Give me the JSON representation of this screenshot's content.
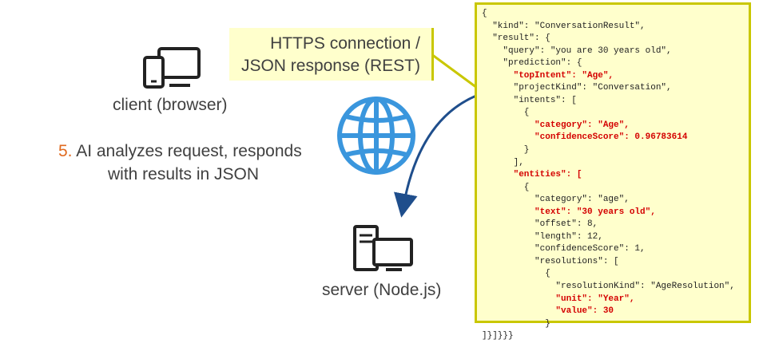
{
  "callout": {
    "line1": "HTTPS connection /",
    "line2": "JSON response (REST)"
  },
  "client": {
    "label": "client (browser)",
    "icon": "devices-icon"
  },
  "server": {
    "label": "server (Node.js)",
    "icon": "server-pc-icon"
  },
  "step": {
    "number": "5.",
    "text_line1": "AI analyzes request, responds",
    "text_line2": "with results in JSON"
  },
  "globe": {
    "icon": "globe-icon",
    "color": "#3a96dd"
  },
  "arrow": {
    "color": "#1f4e8c"
  },
  "colors": {
    "panel_bg": "#ffffcc",
    "panel_border": "#c9c700",
    "highlight": "#d40000",
    "step_number": "#e06a1f"
  },
  "json_lines": [
    {
      "text": "{",
      "hl": false
    },
    {
      "text": "  \"kind\": \"ConversationResult\",",
      "hl": false
    },
    {
      "text": "  \"result\": {",
      "hl": false
    },
    {
      "text": "    \"query\": \"you are 30 years old\",",
      "hl": false
    },
    {
      "text": "    \"prediction\": {",
      "hl": false
    },
    {
      "text": "      \"topIntent\": \"Age\",",
      "hl": true
    },
    {
      "text": "      \"projectKind\": \"Conversation\",",
      "hl": false
    },
    {
      "text": "      \"intents\": [",
      "hl": false
    },
    {
      "text": "        {",
      "hl": false
    },
    {
      "text": "          \"category\": \"Age\",",
      "hl": true
    },
    {
      "text": "          \"confidenceScore\": 0.96783614",
      "hl": true
    },
    {
      "text": "        }",
      "hl": false
    },
    {
      "text": "      ],",
      "hl": false
    },
    {
      "text": "      \"entities\": [",
      "hl": true
    },
    {
      "text": "        {",
      "hl": false
    },
    {
      "text": "          \"category\": \"age\",",
      "hl": false
    },
    {
      "text": "          \"text\": \"30 years old\",",
      "hl": true
    },
    {
      "text": "          \"offset\": 8,",
      "hl": false
    },
    {
      "text": "          \"length\": 12,",
      "hl": false
    },
    {
      "text": "          \"confidenceScore\": 1,",
      "hl": false
    },
    {
      "text": "          \"resolutions\": [",
      "hl": false
    },
    {
      "text": "            {",
      "hl": false
    },
    {
      "text": "              \"resolutionKind\": \"AgeResolution\",",
      "hl": false
    },
    {
      "text": "              \"unit\": \"Year\",",
      "hl": true
    },
    {
      "text": "              \"value\": 30",
      "hl": true
    },
    {
      "text": "            }",
      "hl": false
    },
    {
      "text": "]}]}}}",
      "hl": false
    }
  ]
}
